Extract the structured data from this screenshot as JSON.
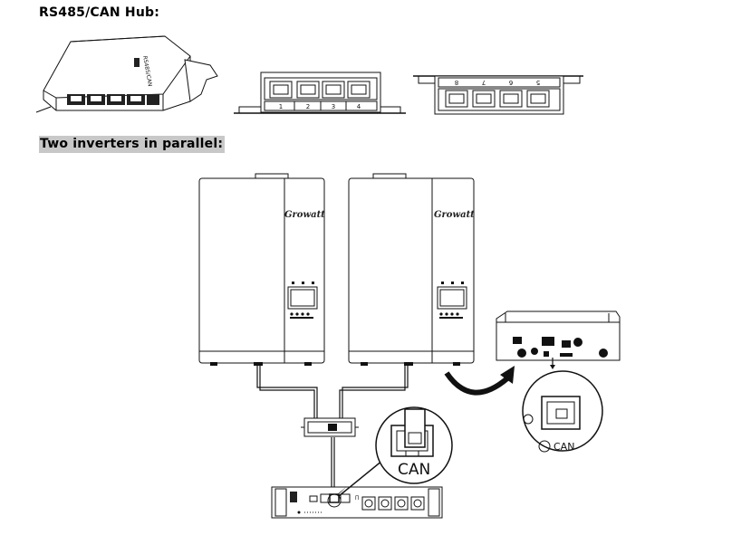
{
  "headings": {
    "hub": "RS485/CAN Hub:",
    "parallel": "Two inverters in parallel:"
  },
  "hub_side_label": "RS485/CAN",
  "hub_port_numbers_front": [
    "1",
    "2",
    "3",
    "4"
  ],
  "hub_port_numbers_back": [
    "8",
    "7",
    "6",
    "5"
  ],
  "inverters": [
    {
      "brand": "Growatt"
    },
    {
      "brand": "Growatt"
    }
  ],
  "callouts": {
    "can_large": "CAN",
    "can_small": "CAN"
  },
  "icons": [
    "rj45-port-icon",
    "curved-arrow-icon",
    "battery-module-icon",
    "hub-box-icon"
  ]
}
